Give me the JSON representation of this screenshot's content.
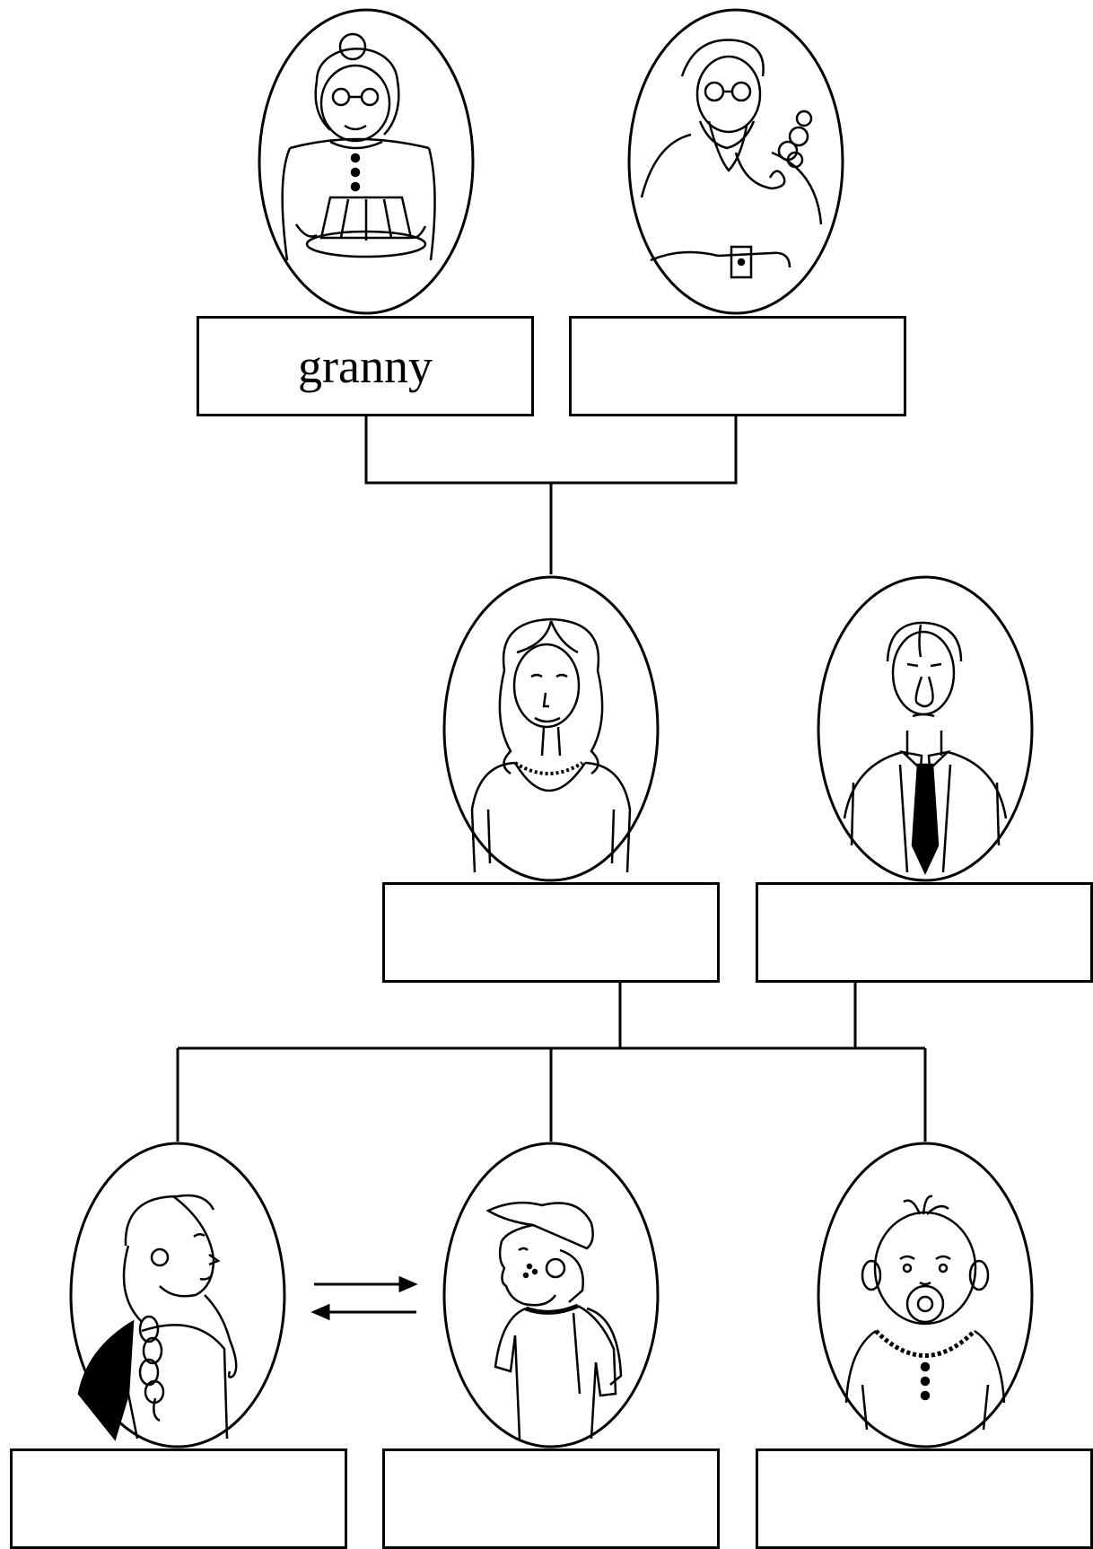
{
  "colors": {
    "line": "#000000",
    "background": "#ffffff"
  },
  "members": [
    {
      "id": "granny",
      "icon": "grandmother-icon",
      "label": "granny"
    },
    {
      "id": "grandpa",
      "icon": "grandfather-icon",
      "label": ""
    },
    {
      "id": "mother",
      "icon": "mother-icon",
      "label": ""
    },
    {
      "id": "father",
      "icon": "father-icon",
      "label": ""
    },
    {
      "id": "sister",
      "icon": "girl-icon",
      "label": ""
    },
    {
      "id": "brother",
      "icon": "boy-icon",
      "label": ""
    },
    {
      "id": "baby",
      "icon": "baby-icon",
      "label": ""
    }
  ]
}
